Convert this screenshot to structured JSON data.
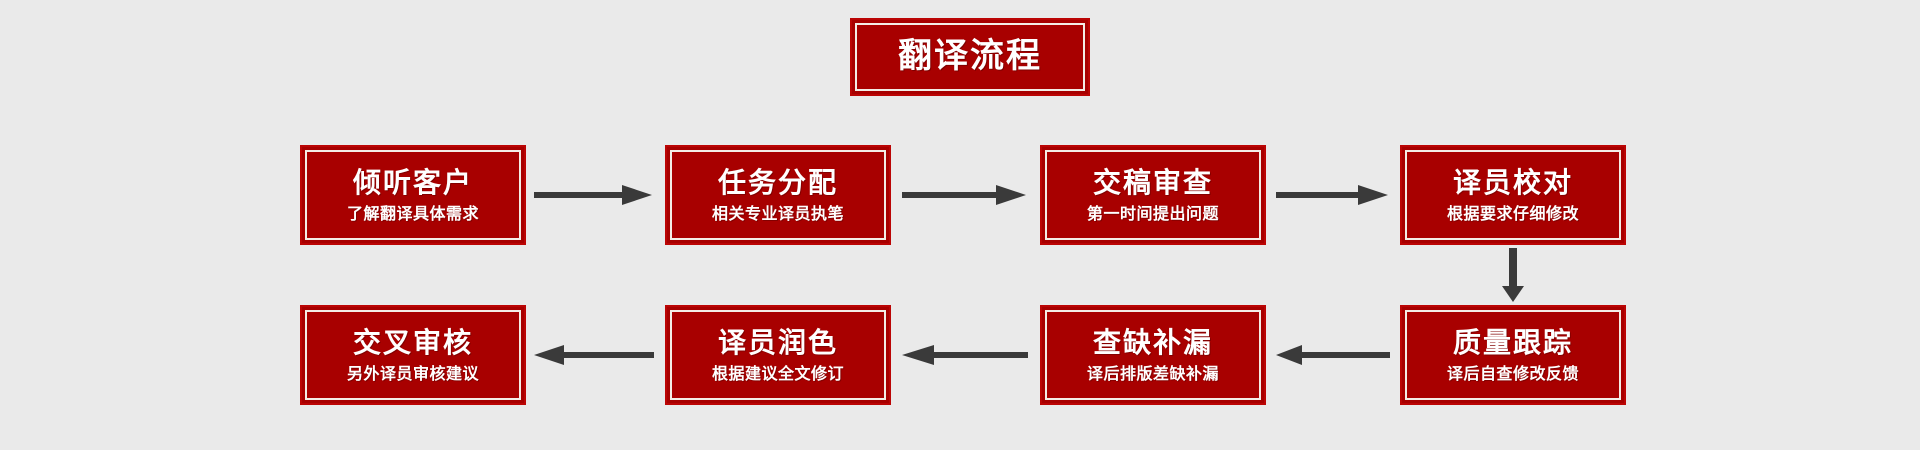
{
  "diagram": {
    "title": "翻译流程",
    "background_color": "#eaeaea",
    "plate_fill": "#a80000",
    "plate_border": "#bb0505",
    "plate_inner_border": "#f4ece6",
    "text_color": "#ffffff",
    "arrow_color": "#3a3a3a",
    "steps": [
      {
        "id": "step-1",
        "row": 1,
        "order": 1,
        "head": "倾听客户",
        "sub": "了解翻译具体需求"
      },
      {
        "id": "step-2",
        "row": 1,
        "order": 2,
        "head": "任务分配",
        "sub": "相关专业译员执笔"
      },
      {
        "id": "step-3",
        "row": 1,
        "order": 3,
        "head": "交稿审查",
        "sub": "第一时间提出问题"
      },
      {
        "id": "step-4",
        "row": 1,
        "order": 4,
        "head": "译员校对",
        "sub": "根据要求仔细修改"
      },
      {
        "id": "step-5",
        "row": 2,
        "order": 5,
        "head": "质量跟踪",
        "sub": "译后自查修改反馈"
      },
      {
        "id": "step-6",
        "row": 2,
        "order": 6,
        "head": "查缺补漏",
        "sub": "译后排版差缺补漏"
      },
      {
        "id": "step-7",
        "row": 2,
        "order": 7,
        "head": "译员润色",
        "sub": "根据建议全文修订"
      },
      {
        "id": "step-8",
        "row": 2,
        "order": 8,
        "head": "交叉审核",
        "sub": "另外译员审核建议"
      }
    ],
    "connectors": [
      {
        "id": "arrow-1-2",
        "direction": "right",
        "from": "step-1",
        "to": "step-2"
      },
      {
        "id": "arrow-2-3",
        "direction": "right",
        "from": "step-2",
        "to": "step-3"
      },
      {
        "id": "arrow-3-4",
        "direction": "right",
        "from": "step-3",
        "to": "step-4"
      },
      {
        "id": "arrow-4-5",
        "direction": "down",
        "from": "step-4",
        "to": "step-5"
      },
      {
        "id": "arrow-5-6",
        "direction": "left",
        "from": "step-5",
        "to": "step-6"
      },
      {
        "id": "arrow-6-7",
        "direction": "left",
        "from": "step-6",
        "to": "step-7"
      },
      {
        "id": "arrow-7-8",
        "direction": "left",
        "from": "step-7",
        "to": "step-8"
      }
    ]
  }
}
